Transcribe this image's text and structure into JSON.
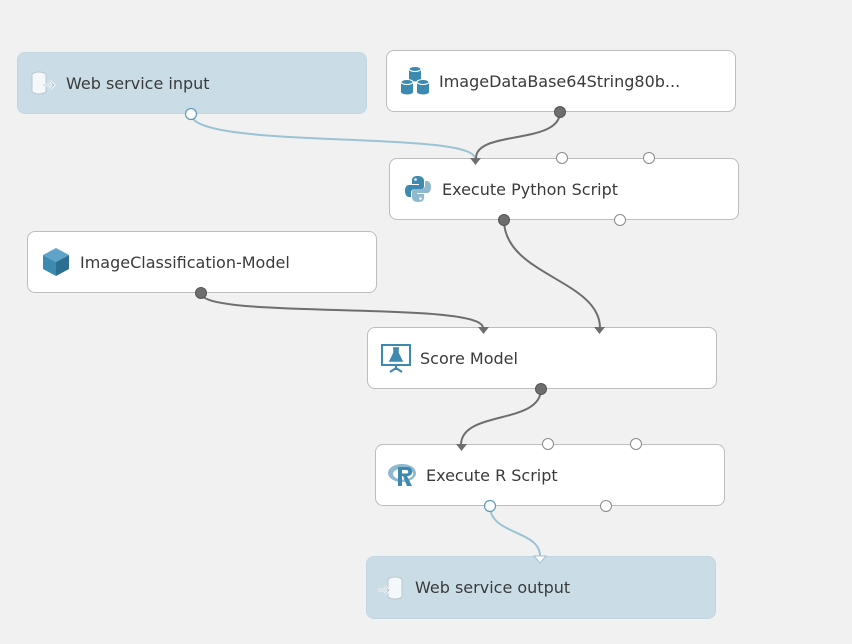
{
  "canvas": {
    "modules": [
      {
        "id": "ws-input",
        "label": "Web service input",
        "icon": "web-service-input-icon"
      },
      {
        "id": "dataset",
        "label": "ImageDataBase64String80b...",
        "icon": "dataset-icon"
      },
      {
        "id": "python",
        "label": "Execute Python Script",
        "icon": "python-icon"
      },
      {
        "id": "model",
        "label": "ImageClassification-Model",
        "icon": "trained-model-icon"
      },
      {
        "id": "score",
        "label": "Score Model",
        "icon": "score-model-icon"
      },
      {
        "id": "rscript",
        "label": "Execute R Script",
        "icon": "r-script-icon"
      },
      {
        "id": "ws-output",
        "label": "Web service output",
        "icon": "web-service-output-icon"
      }
    ]
  },
  "colors": {
    "canvas_background": "#f1f1f1",
    "web_service_module": "#cadde7",
    "module_background": "#ffffff",
    "connection_dark": "#6e6e6e",
    "connection_web_service": "#9cc3d5",
    "icon_blue": "#3d8ab0"
  }
}
